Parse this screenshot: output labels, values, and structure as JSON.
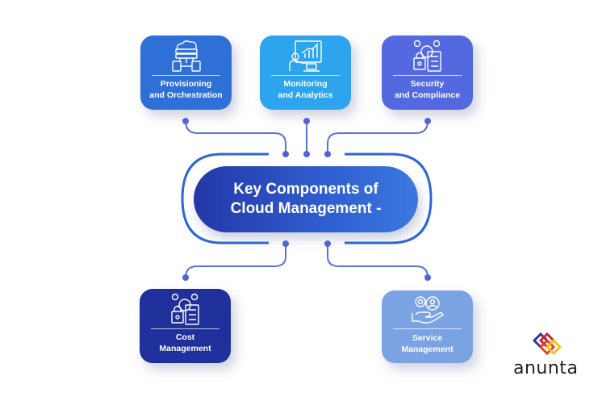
{
  "diagram": {
    "title_line1": "Key Components of",
    "title_line2": "Cloud Management -",
    "components": [
      {
        "id": "provisioning",
        "line1": "Provisioning",
        "line2": "and Orchestration",
        "icon": "cloud-server-icon",
        "color": "#2f6fd8"
      },
      {
        "id": "monitoring",
        "line1": "Monitoring",
        "line2": "and Analytics",
        "icon": "analytics-presentation-icon",
        "color": "#2ea3ee"
      },
      {
        "id": "security",
        "line1": "Security",
        "line2": "and Compliance",
        "icon": "lock-checklist-gear-icon",
        "color": "#5468e0"
      },
      {
        "id": "cost",
        "line1": "Cost",
        "line2": "Management",
        "icon": "lock-checklist-gear-icon",
        "color": "#1f2f9c"
      },
      {
        "id": "service",
        "line1": "Service",
        "line2": "Management",
        "icon": "gear-hand-user-icon",
        "color": "#7ba3e4"
      }
    ],
    "connector_color": "#4f68d6",
    "bracket_color": "#2e66d6"
  },
  "brand": {
    "name": "anunta"
  }
}
